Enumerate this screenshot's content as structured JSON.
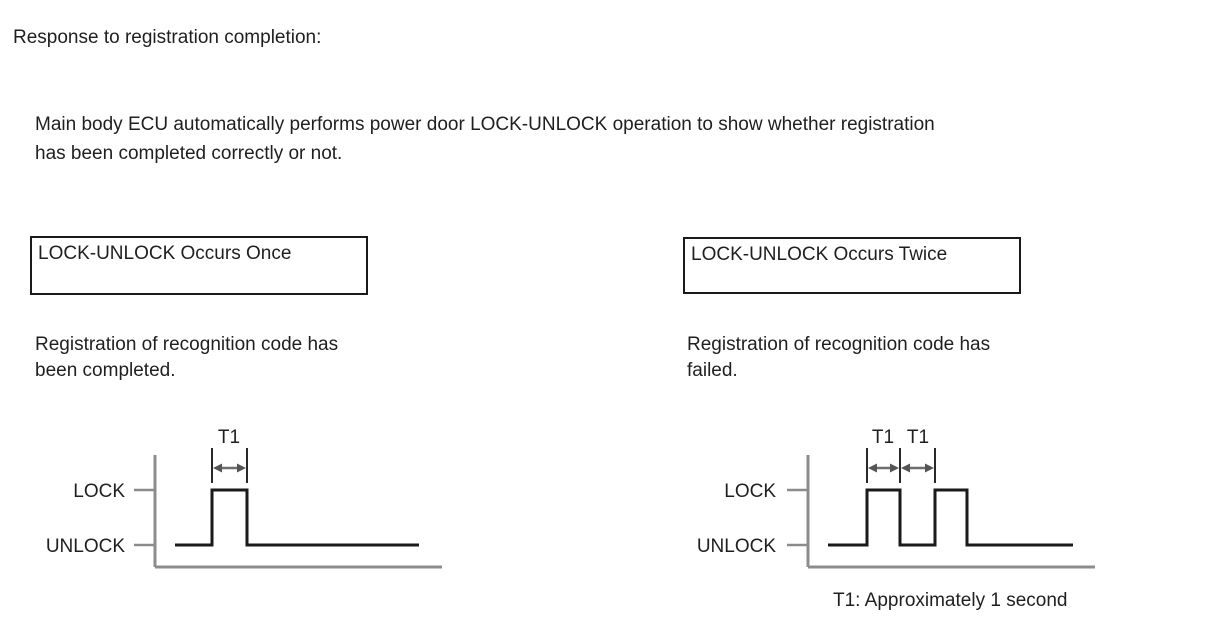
{
  "page": {
    "title": "Response to registration completion:",
    "intro_lines": [
      "Main body ECU automatically performs power door LOCK-UNLOCK operation to show whether registration",
      "has been completed correctly or not."
    ]
  },
  "left_panel": {
    "box_label": "LOCK-UNLOCK Occurs Once",
    "caption_lines": [
      "Registration of recognition code has",
      "been completed."
    ],
    "diagram": {
      "t1_label": "T1",
      "lock_label": "LOCK",
      "unlock_label": "UNLOCK",
      "pulse_count": 1
    }
  },
  "right_panel": {
    "box_label": "LOCK-UNLOCK Occurs Twice",
    "caption_lines": [
      "Registration of recognition code has",
      "failed."
    ],
    "diagram": {
      "t1_label_1": "T1",
      "t1_label_2": "T1",
      "lock_label": "LOCK",
      "unlock_label": "UNLOCK",
      "pulse_count": 2
    }
  },
  "note": "T1: Approximately 1 second",
  "colors": {
    "text": "#1f1f1f",
    "waveform": "#1a1a1a",
    "axis_gray": "#8c8c8c",
    "background": "#ffffff"
  }
}
